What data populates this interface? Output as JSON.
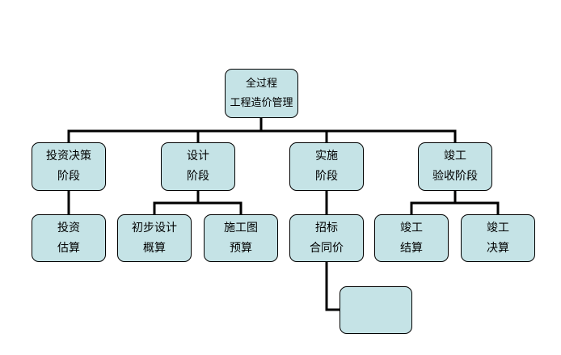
{
  "diagram": {
    "colors": {
      "node_fill": "#c5e3e6",
      "node_border": "#000000",
      "connector": "#000000"
    },
    "root": {
      "lines": [
        "全过程",
        "工程造价管理"
      ]
    },
    "stages": [
      {
        "lines": [
          "投资决策",
          "阶段"
        ]
      },
      {
        "lines": [
          "设计",
          "阶段"
        ]
      },
      {
        "lines": [
          "实施",
          "阶段"
        ]
      },
      {
        "lines": [
          "竣工",
          "验收阶段"
        ]
      }
    ],
    "outputs": [
      {
        "lines": [
          "投资",
          "估算"
        ]
      },
      {
        "lines": [
          "初步设计",
          "概算"
        ]
      },
      {
        "lines": [
          "施工图",
          "预算"
        ]
      },
      {
        "lines": [
          "招标",
          "合同价"
        ]
      },
      {
        "lines": [
          "竣工",
          "结算"
        ]
      },
      {
        "lines": [
          "竣工",
          "决算"
        ]
      }
    ],
    "extra": {
      "lines": []
    }
  }
}
